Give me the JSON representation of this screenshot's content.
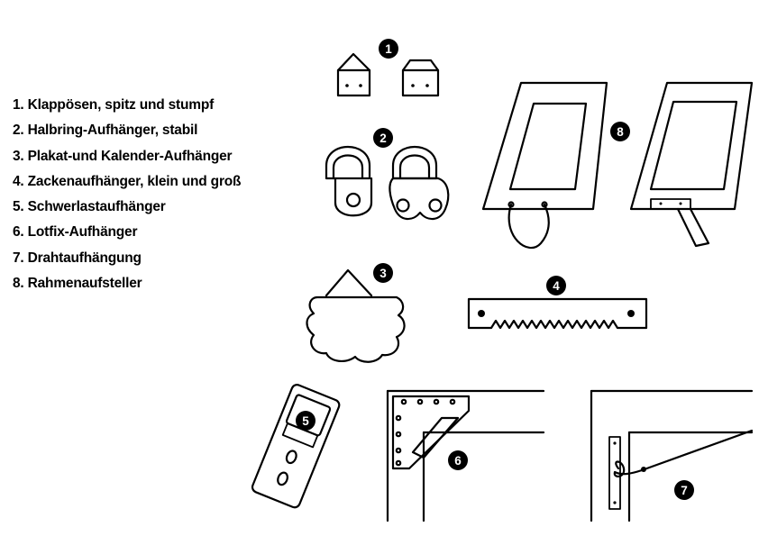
{
  "legend": {
    "items": [
      "1. Klappösen, spitz und stumpf",
      "2. Halbring-Aufhänger, stabil",
      "3. Plakat-und Kalender-Aufhänger",
      "4. Zackenaufhänger, klein und groß",
      "5. Schwerlastaufhänger",
      "6. Lotfix-Aufhänger",
      "7. Drahtaufhängung",
      "8. Rahmenaufsteller"
    ]
  },
  "badges": {
    "b1": "1",
    "b2": "2",
    "b3": "3",
    "b4": "4",
    "b5": "5",
    "b6": "6",
    "b7": "7",
    "b8": "8"
  },
  "colors": {
    "ink": "#000000",
    "paper": "#ffffff",
    "badge_fill": "#000000"
  }
}
